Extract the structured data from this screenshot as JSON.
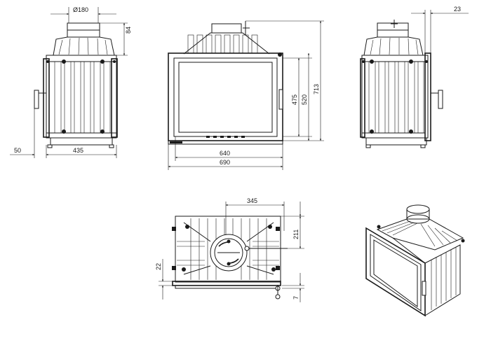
{
  "dimensions": {
    "flue_diameter": "Ø180",
    "flue_height": "84",
    "side_offset": "50",
    "depth": "435",
    "rear_offset": "23",
    "glass_width": "640",
    "total_width": "690",
    "glass_height": "475",
    "frame_height": "520",
    "total_height": "713",
    "flue_offset": "345",
    "flue_depth": "211",
    "base_offset": "22",
    "bottom_offset": "7"
  }
}
